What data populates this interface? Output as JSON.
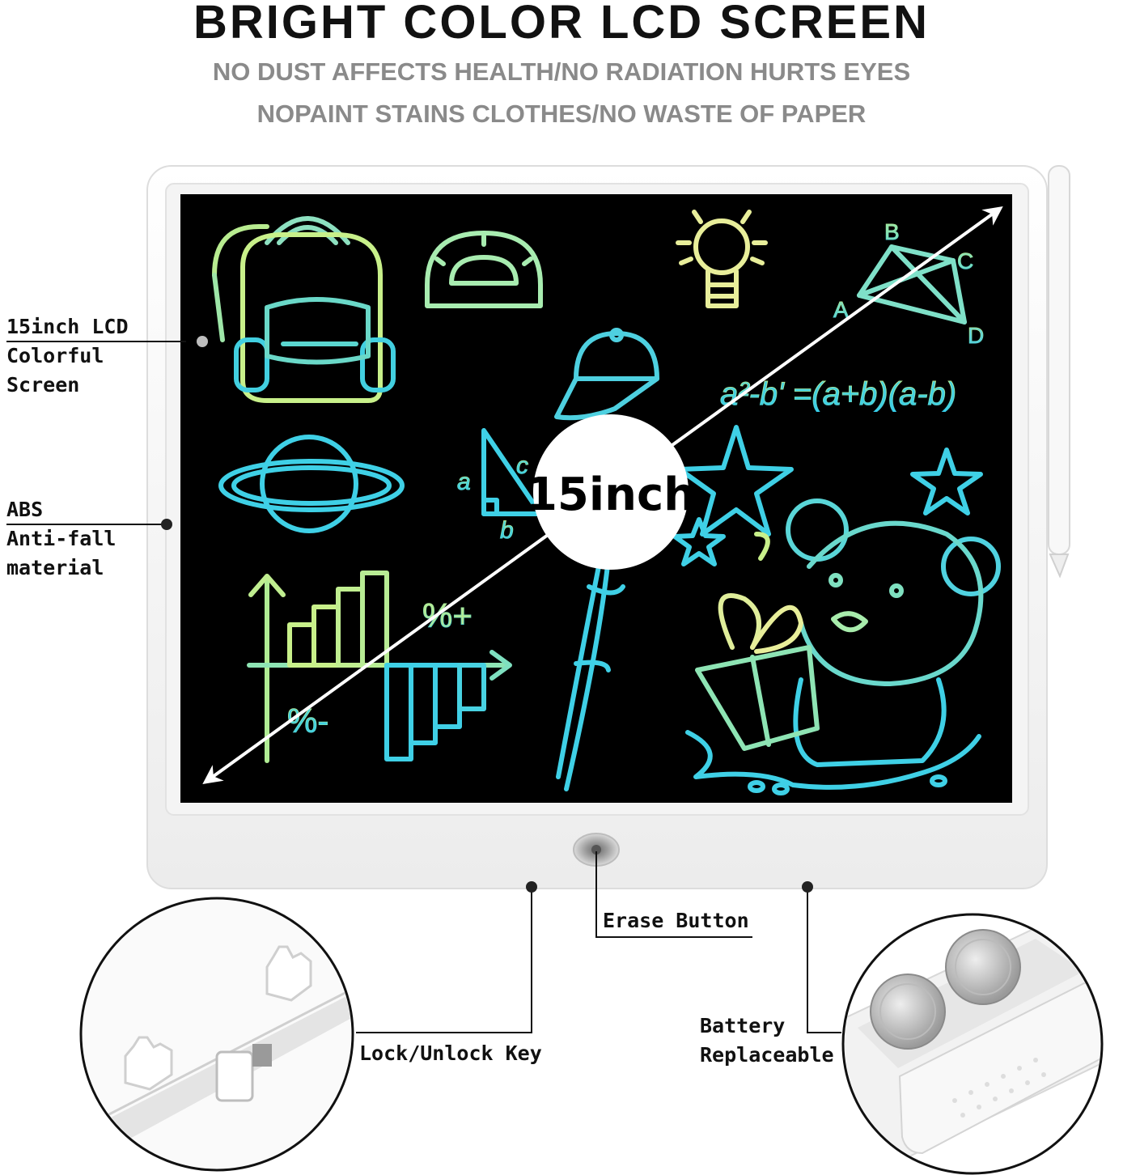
{
  "header": {
    "title": "BRIGHT COLOR LCD SCREEN",
    "subtitle_line1": "NO DUST AFFECTS HEALTH/NO RADIATION HURTS EYES",
    "subtitle_line2": "NOPAINT STAINS CLOTHES/NO WASTE OF PAPER"
  },
  "screen": {
    "size_badge": "15inch",
    "formula": "a²-b' =(a+b)(a-b)",
    "triangle_labels": {
      "a": "a",
      "b": "b",
      "c": "c"
    },
    "kite_labels": {
      "a": "A",
      "b": "B",
      "c": "C",
      "d": "D"
    },
    "chart_symbols": {
      "top": "%+",
      "bottom": "%-"
    }
  },
  "callouts": {
    "lcd_label": "15inch LCD\nColorful\nScreen",
    "abs_label": "ABS\nAnti-fall\nmaterial",
    "erase_label": "Erase Button",
    "lock_label": "Lock/Unlock Key",
    "battery_label": "Battery\nReplaceable"
  },
  "colors": {
    "screen_bg": "#000000",
    "cyan": "#3fd0e6",
    "green": "#7fe0a0",
    "yellow": "#f0f0a0",
    "frame": "#f7f7f7",
    "subtitle": "#8a8a8a"
  }
}
